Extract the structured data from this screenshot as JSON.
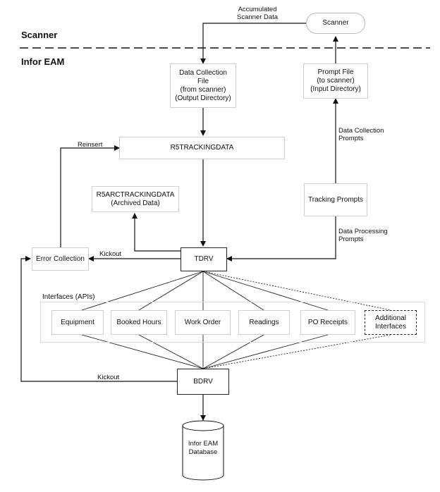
{
  "lanes": {
    "top": "Scanner",
    "bottom": "Infor EAM"
  },
  "nodes": {
    "scanner": "Scanner",
    "data_collection_file": "Data Collection\nFile\n(from scanner)\n(Output Directory)",
    "prompt_file": "Prompt File\n(to scanner)\n(Input Directory)",
    "r5trackingdata": "R5TRACKINGDATA",
    "r5arctrackingdata": "R5ARCTRACKINGDATA\n(Archived Data)",
    "tracking_prompts": "Tracking Prompts",
    "tdrv": "TDRV",
    "error_collection": "Error Collection",
    "bdrv": "BDRV",
    "database": "Infor EAM\nDatabase"
  },
  "interfaces": {
    "title": "Interfaces (APIs)",
    "items": [
      "Equipment",
      "Booked Hours",
      "Work Order",
      "Readings",
      "PO Receipts",
      "Additional\nInterfaces"
    ]
  },
  "edge_labels": {
    "accumulated": "Accumulated\nScanner Data",
    "data_collection_prompts": "Data Collection\nPrompts",
    "data_processing_prompts": "Data Processing\nPrompts",
    "reinsert": "Reinsert",
    "kickout_top": "Kickout",
    "kickout_bottom": "Kickout"
  }
}
